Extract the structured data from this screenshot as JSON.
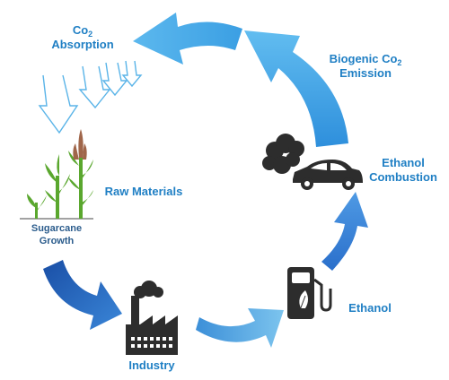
{
  "labels": {
    "co2_absorption": {
      "line1": "Co",
      "sub": "2",
      "line2": "Absorption"
    },
    "biogenic_emission": {
      "line1": "Biogenic Co",
      "sub": "2",
      "line2": "Emission"
    },
    "ethanol_combustion": {
      "line1": "Ethanol",
      "line2": "Combustion"
    },
    "ethanol": "Ethanol",
    "industry": "Industry",
    "raw_materials": "Raw Materials",
    "sugarcane_growth": {
      "line1": "Sugarcane",
      "line2": "Growth"
    }
  },
  "colors": {
    "arrow_light": "#6cc3f0",
    "arrow_mid": "#3a8fd8",
    "arrow_dark": "#1f5fb8",
    "label_blue": "#1f7fc4",
    "icon_dark": "#2d2d2d",
    "plant_green": "#5aa72e",
    "plant_flower": "#a0664a"
  },
  "icons": [
    "co2-down-arrows-icon",
    "sugarcane-plant-icon",
    "factory-icon",
    "fuel-pump-icon",
    "car-with-smoke-icon"
  ]
}
